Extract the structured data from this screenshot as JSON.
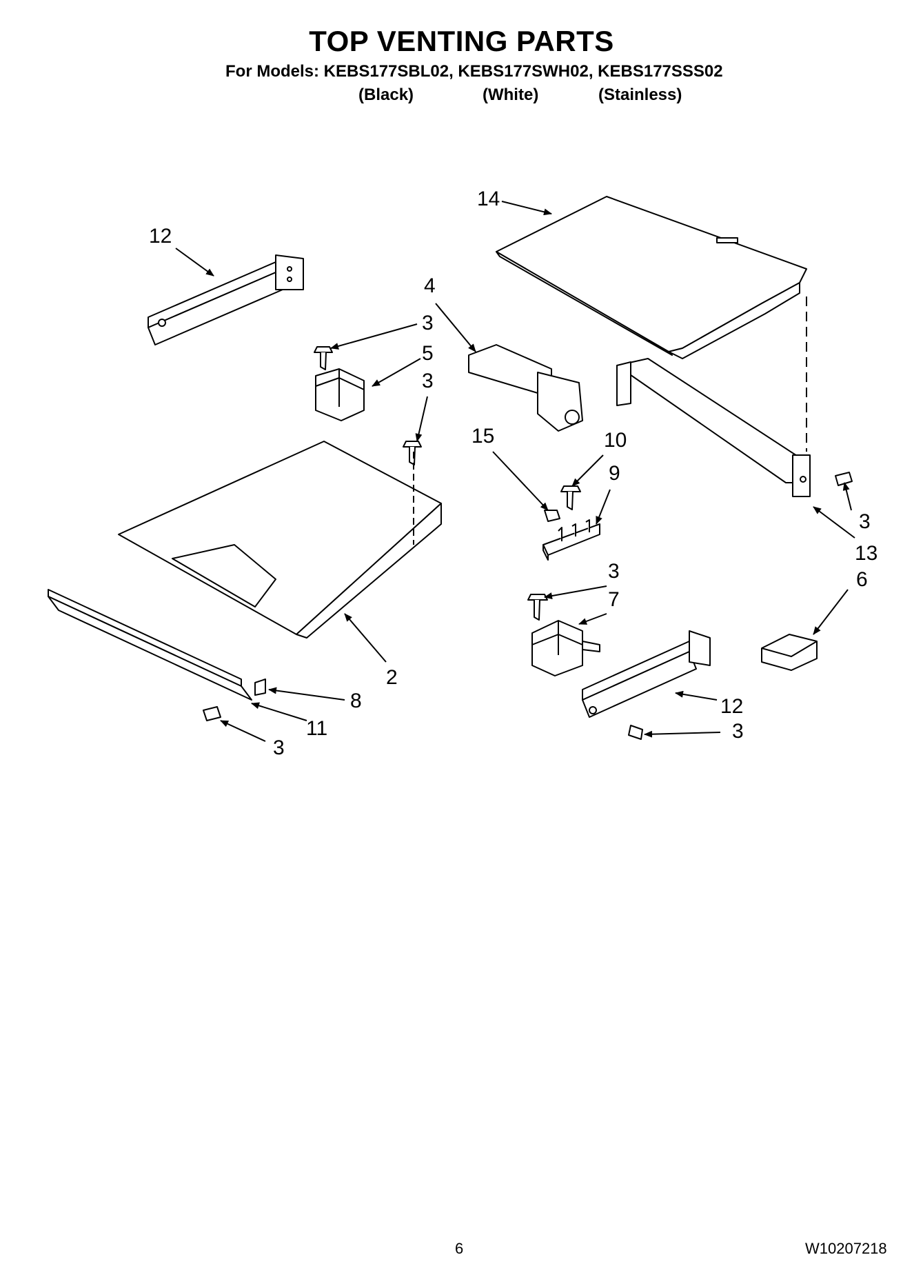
{
  "header": {
    "title": "TOP VENTING PARTS",
    "models_line": "For Models: KEBS177SBL02, KEBS177SWH02, KEBS177SSS02",
    "variants": [
      "(Black)",
      "(White)",
      "(Stainless)"
    ]
  },
  "callouts": [
    "12",
    "14",
    "4",
    "3",
    "5",
    "3",
    "15",
    "10",
    "9",
    "3",
    "13",
    "3",
    "7",
    "6",
    "2",
    "8",
    "11",
    "3",
    "12",
    "3"
  ],
  "footer": {
    "page_number": "6",
    "doc_number": "W10207218"
  }
}
